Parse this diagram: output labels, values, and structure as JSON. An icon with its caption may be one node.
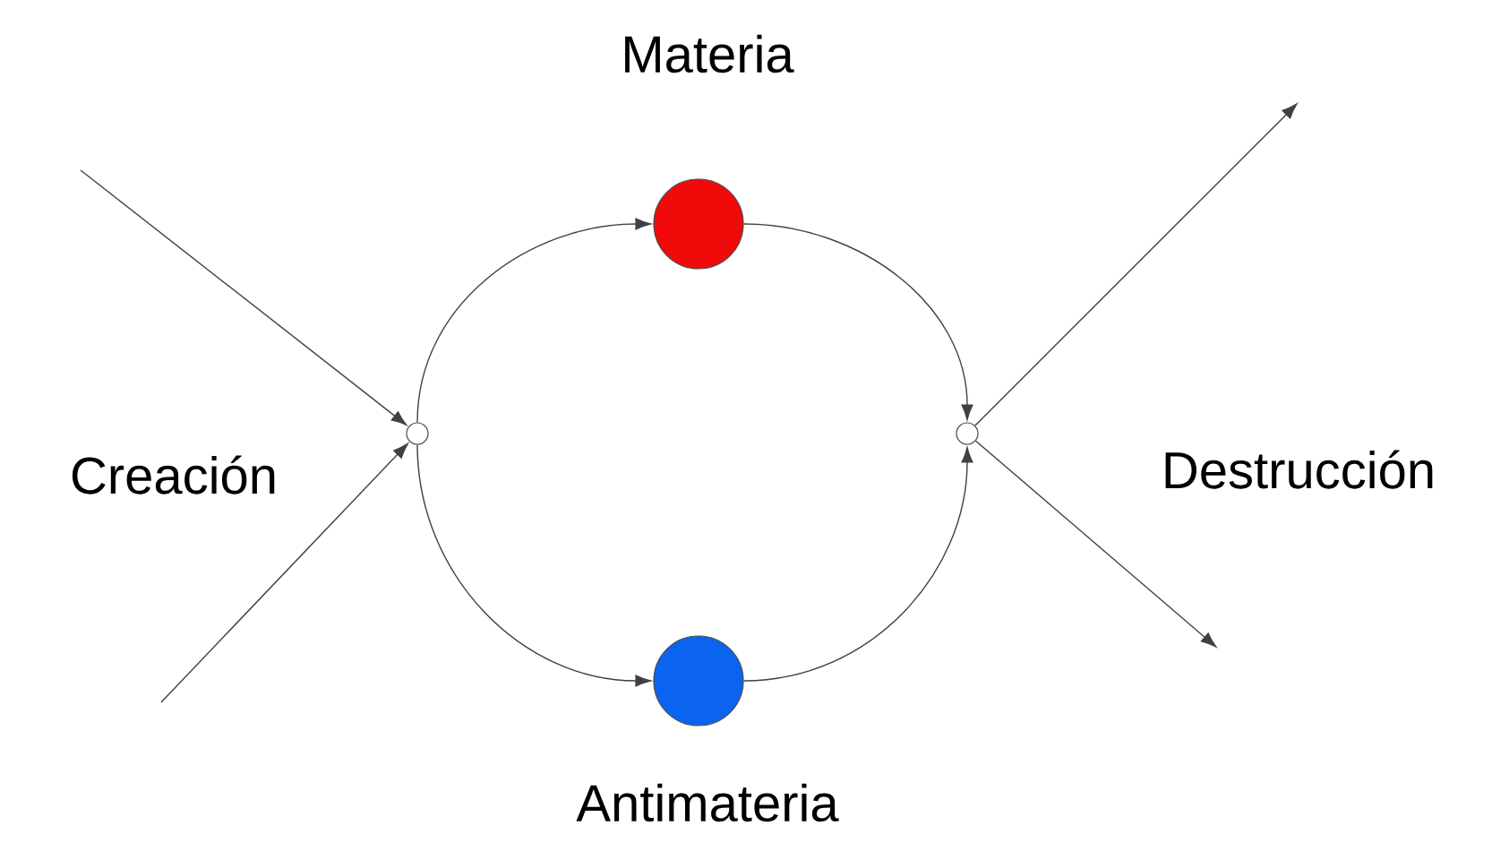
{
  "diagram": {
    "nodes": [
      {
        "text": [],
        "shape": "circle",
        "beside": [
          "Creación"
        ]
      },
      {
        "text": [],
        "shape": "circle",
        "beside": [
          "Materia"
        ]
      },
      {
        "text": [],
        "shape": "circle",
        "beside": [
          "Antimateria"
        ]
      },
      {
        "text": [],
        "shape": "circle",
        "beside": [
          "Destrucción"
        ]
      }
    ],
    "edges": [
      {
        "from": null,
        "to": 0,
        "arrow": "to"
      },
      {
        "from": null,
        "to": 0,
        "arrow": "to"
      },
      {
        "from": 0,
        "to": 1,
        "arrow": "to"
      },
      {
        "from": 0,
        "to": 2,
        "arrow": "to"
      },
      {
        "from": 1,
        "to": 3,
        "arrow": "to"
      },
      {
        "from": 2,
        "to": 3,
        "arrow": "to"
      },
      {
        "from": 3,
        "to": null,
        "arrow": "to"
      },
      {
        "from": 3,
        "to": null,
        "arrow": "to"
      }
    ]
  }
}
